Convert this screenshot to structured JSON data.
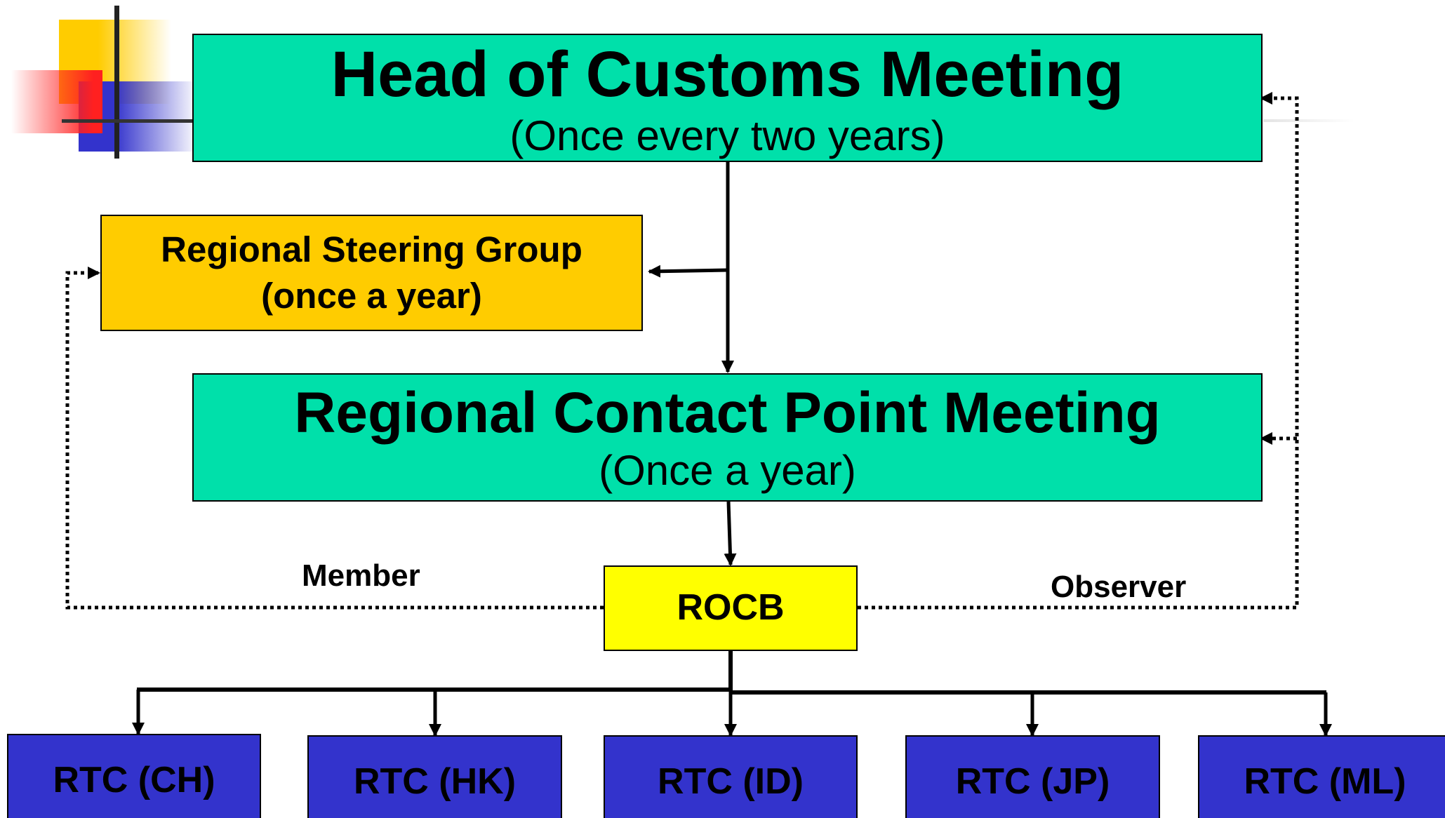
{
  "colors": {
    "head_box": "#00E0AA",
    "steering_box": "#FFCC00",
    "contact_box": "#00E0AA",
    "rocb_box": "#FFFF00",
    "rtc_box": "#3333CC",
    "lines": "#000000",
    "deco_yellow": "#FFCC00",
    "deco_red": "#FF2020",
    "deco_blue": "#3333CC"
  },
  "head_meeting": {
    "title": "Head of Customs Meeting",
    "subtitle": "(Once every two years)"
  },
  "steering_group": {
    "title": "Regional Steering Group",
    "subtitle": "(once a year)"
  },
  "contact_point_meeting": {
    "title": "Regional Contact Point Meeting",
    "subtitle": "(Once a year)"
  },
  "rocb": {
    "label": "ROCB"
  },
  "edge_labels": {
    "member": "Member",
    "observer": "Observer"
  },
  "rtc_offices": [
    {
      "label": "RTC (CH)"
    },
    {
      "label": "RTC (HK)"
    },
    {
      "label": "RTC (ID)"
    },
    {
      "label": "RTC (JP)"
    },
    {
      "label": "RTC (ML)"
    }
  ]
}
